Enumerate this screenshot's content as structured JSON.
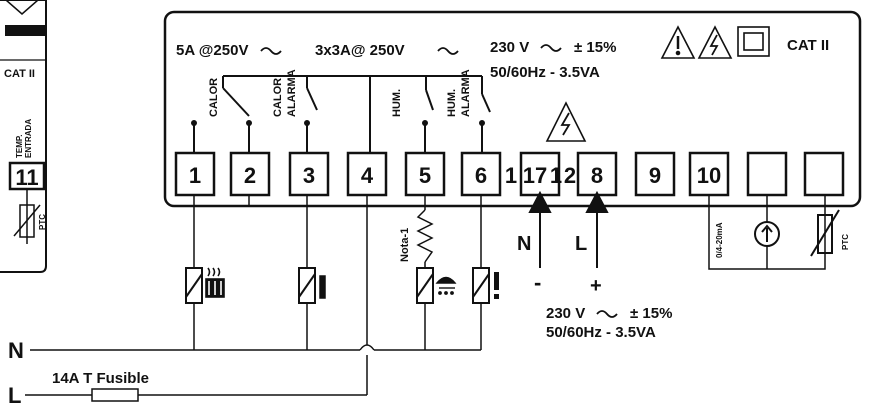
{
  "ratings": {
    "relay1": "5A @250V",
    "relays": "3x3A@ 250V",
    "supply_line1": "230 V",
    "supply_tol": "± 15%",
    "supply_line2": "50/60Hz - 3.5VA"
  },
  "category": "CAT II",
  "relay_labels": {
    "calor": "CALOR",
    "calor_alarma_1": "CALOR",
    "calor_alarma_2": "ALARMA",
    "hum": "HUM.",
    "hum_alarma_1": "HUM.",
    "hum_alarma_2": "ALARMA"
  },
  "terminals": [
    "1",
    "2",
    "3",
    "4",
    "5",
    "6",
    "1",
    "17",
    "1",
    "2",
    "8",
    "9",
    "10"
  ],
  "note": "Nota-1",
  "power_labels": {
    "neutral": "N",
    "line": "L",
    "minus": "-",
    "plus": "+"
  },
  "lower_supply": {
    "line1": "230 V",
    "tol": "± 15%",
    "line2": "50/60Hz - 3.5VA"
  },
  "bus": {
    "neutral": "N",
    "line": "L",
    "fuse": "14A T Fusible"
  },
  "sensor_labels": {
    "current": "0/4-20mA",
    "ptc": "PTC"
  },
  "left_module": {
    "category": "CAT II",
    "temp_1": "TEMP.",
    "temp_2": "ENTRADA",
    "terminal": "11",
    "ptc": "PTC"
  }
}
